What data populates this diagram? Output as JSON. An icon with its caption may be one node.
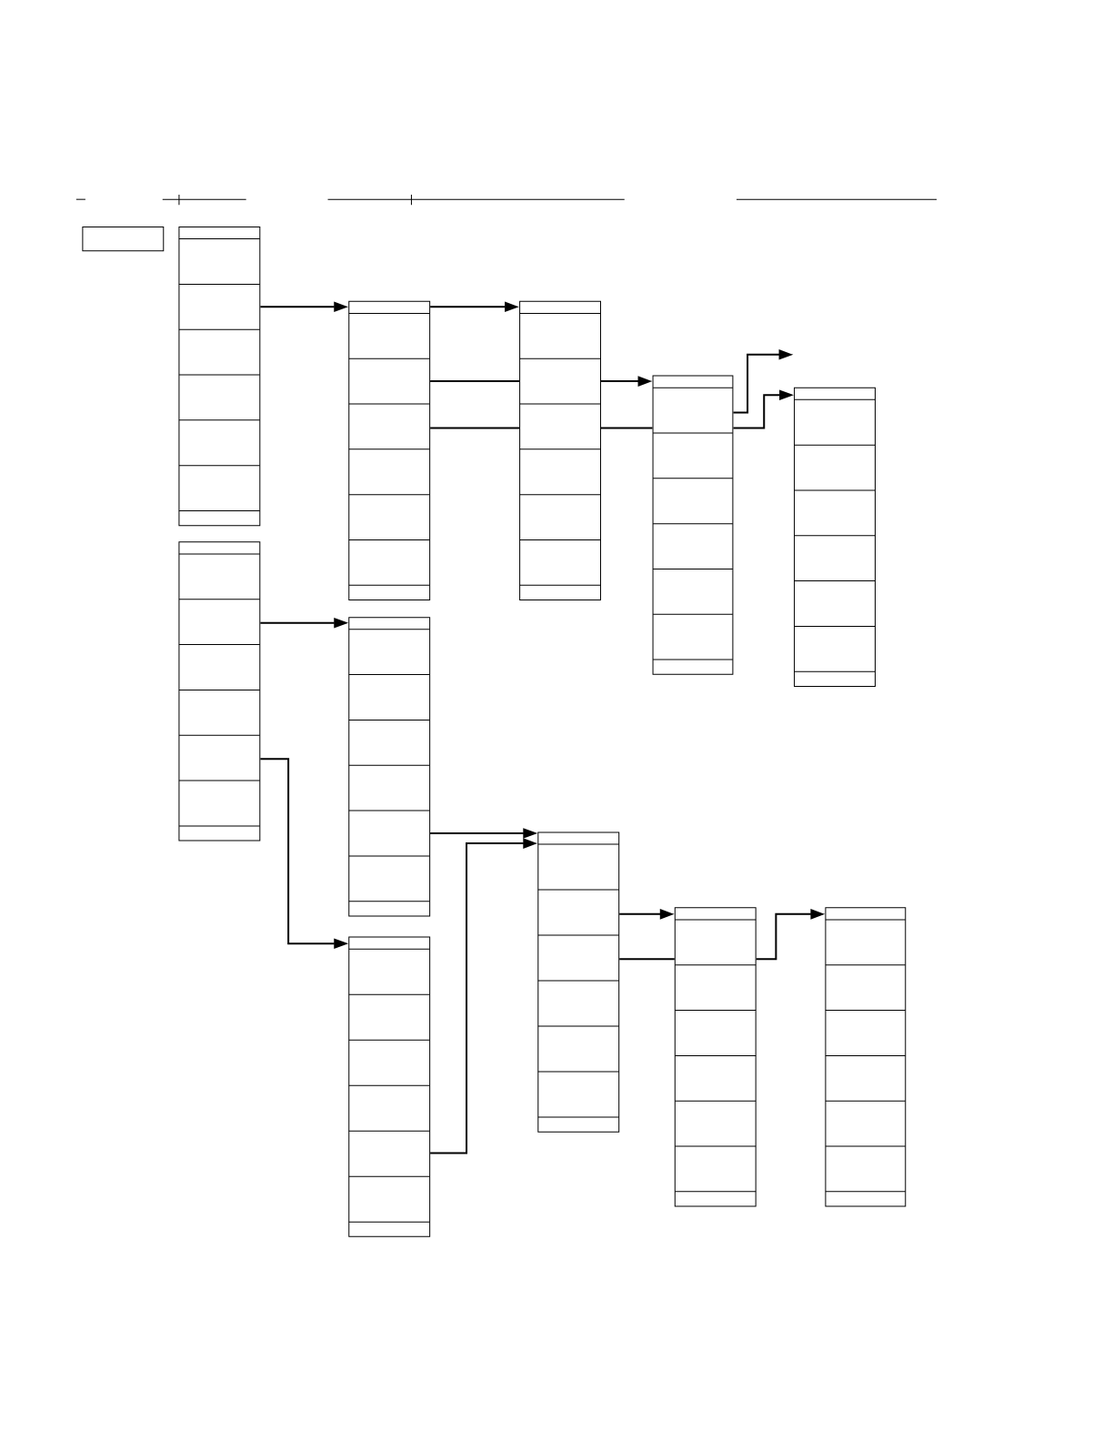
{
  "diagram": {
    "nodes": [
      {
        "text": [],
        "shape": "box"
      },
      {
        "text": [],
        "shape": "box"
      },
      {
        "text": [],
        "shape": "box"
      },
      {
        "text": [],
        "shape": "box"
      },
      {
        "text": [],
        "shape": "box"
      },
      {
        "text": [],
        "shape": "box"
      },
      {
        "text": [],
        "shape": "box"
      },
      {
        "text": [],
        "shape": "box"
      },
      {
        "text": [],
        "shape": "box"
      },
      {
        "text": [],
        "shape": "box"
      },
      {
        "text": [],
        "shape": "box"
      },
      {
        "text": [],
        "shape": "box"
      }
    ],
    "edges": [
      {
        "from": 1,
        "to": 3,
        "arrow": "to"
      },
      {
        "from": 3,
        "to": 6,
        "arrow": "to"
      },
      {
        "from": 3,
        "to": 6,
        "arrow": "none"
      },
      {
        "from": 6,
        "to": 8,
        "arrow": "to"
      },
      {
        "from": 3,
        "to": 6,
        "arrow": "none"
      },
      {
        "from": 6,
        "to": 8,
        "arrow": "none"
      },
      {
        "from": 8,
        "to": null,
        "arrow": "to"
      },
      {
        "from": 8,
        "to": 10,
        "arrow": "to"
      },
      {
        "from": 2,
        "to": 4,
        "arrow": "to"
      },
      {
        "from": 2,
        "to": 5,
        "arrow": "to"
      },
      {
        "from": 4,
        "to": 7,
        "arrow": "to"
      },
      {
        "from": 5,
        "to": 7,
        "arrow": "to"
      },
      {
        "from": 7,
        "to": 9,
        "arrow": "to"
      },
      {
        "from": 7,
        "to": 9,
        "arrow": "none"
      },
      {
        "from": 9,
        "to": 11,
        "arrow": "to"
      }
    ]
  }
}
